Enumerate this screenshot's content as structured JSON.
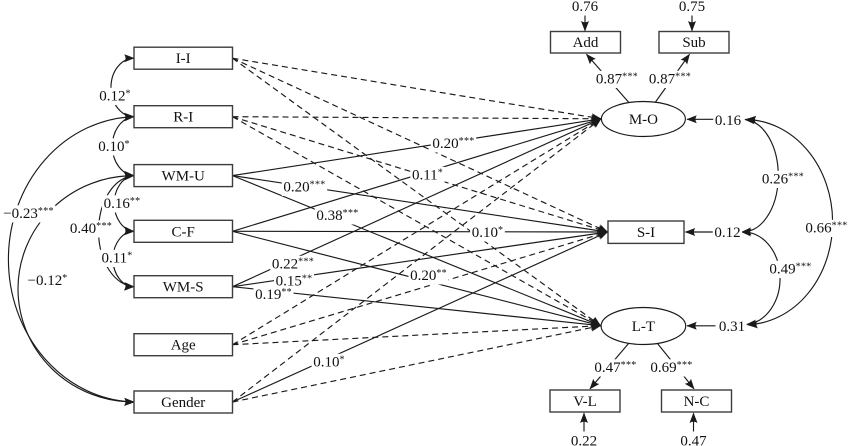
{
  "nodes": {
    "ii": {
      "label": "I-I"
    },
    "ri": {
      "label": "R-I"
    },
    "wmu": {
      "label": "WM-U"
    },
    "cf": {
      "label": "C-F"
    },
    "wms": {
      "label": "WM-S"
    },
    "age": {
      "label": "Age"
    },
    "gender": {
      "label": "Gender"
    },
    "mo": {
      "label": "M-O"
    },
    "si": {
      "label": "S-I"
    },
    "lt": {
      "label": "L-T"
    },
    "add": {
      "label": "Add"
    },
    "sub": {
      "label": "Sub"
    },
    "vl": {
      "label": "V-L"
    },
    "nc": {
      "label": "N-C"
    }
  },
  "regression_paths": [
    {
      "from": "I-I",
      "to": "M-O",
      "style": "dashed"
    },
    {
      "from": "I-I",
      "to": "S-I",
      "style": "dashed"
    },
    {
      "from": "I-I",
      "to": "L-T",
      "style": "dashed"
    },
    {
      "from": "R-I",
      "to": "M-O",
      "style": "dashed"
    },
    {
      "from": "R-I",
      "to": "S-I",
      "style": "dashed"
    },
    {
      "from": "R-I",
      "to": "L-T",
      "style": "dashed"
    },
    {
      "from": "WM-U",
      "to": "M-O",
      "style": "solid",
      "coef": "0.20***",
      "estimate": "0.20",
      "sig": "***"
    },
    {
      "from": "WM-U",
      "to": "S-I",
      "style": "solid",
      "coef": "0.20***",
      "estimate": "0.20",
      "sig": "***"
    },
    {
      "from": "WM-U",
      "to": "L-T",
      "style": "solid",
      "coef": "0.38***",
      "estimate": "0.38",
      "sig": "***"
    },
    {
      "from": "C-F",
      "to": "M-O",
      "style": "solid",
      "coef": "0.11*",
      "estimate": "0.11",
      "sig": "*"
    },
    {
      "from": "C-F",
      "to": "S-I",
      "style": "solid",
      "coef": "0.10*",
      "estimate": "0.10",
      "sig": "*"
    },
    {
      "from": "C-F",
      "to": "L-T",
      "style": "solid",
      "coef": "0.20**",
      "estimate": "0.20",
      "sig": "**"
    },
    {
      "from": "WM-S",
      "to": "M-O",
      "style": "solid",
      "coef": "0.22***",
      "estimate": "0.22",
      "sig": "***"
    },
    {
      "from": "WM-S",
      "to": "S-I",
      "style": "solid",
      "coef": "0.15**",
      "estimate": "0.15",
      "sig": "**"
    },
    {
      "from": "WM-S",
      "to": "L-T",
      "style": "solid",
      "coef": "0.19**",
      "estimate": "0.19",
      "sig": "**"
    },
    {
      "from": "Age",
      "to": "M-O",
      "style": "dashed"
    },
    {
      "from": "Age",
      "to": "S-I",
      "style": "dashed"
    },
    {
      "from": "Age",
      "to": "L-T",
      "style": "dashed"
    },
    {
      "from": "Gender",
      "to": "M-O",
      "style": "dashed"
    },
    {
      "from": "Gender",
      "to": "S-I",
      "style": "solid",
      "coef": "0.10*",
      "estimate": "0.10",
      "sig": "*"
    },
    {
      "from": "Gender",
      "to": "L-T",
      "style": "dashed"
    }
  ],
  "covariances": [
    {
      "between": [
        "I-I",
        "R-I"
      ],
      "coef": "0.12*",
      "estimate": "0.12",
      "sig": "*"
    },
    {
      "between": [
        "R-I",
        "WM-U"
      ],
      "coef": "0.10*",
      "estimate": "0.10",
      "sig": "*"
    },
    {
      "between": [
        "WM-U",
        "C-F"
      ],
      "coef": "0.16**",
      "estimate": "0.16",
      "sig": "**"
    },
    {
      "between": [
        "WM-U",
        "WM-S"
      ],
      "coef": "0.40***",
      "estimate": "0.40",
      "sig": "***"
    },
    {
      "between": [
        "C-F",
        "WM-S"
      ],
      "coef": "0.11*",
      "estimate": "0.11",
      "sig": "*"
    },
    {
      "between": [
        "R-I",
        "Gender"
      ],
      "coef": "−0.23***",
      "estimate": "−0.23",
      "sig": "***"
    },
    {
      "between": [
        "WM-U",
        "Gender"
      ],
      "coef": "−0.12*",
      "estimate": "−0.12",
      "sig": "*"
    },
    {
      "between": [
        "M-O",
        "S-I"
      ],
      "coef": "0.26***",
      "estimate": "0.26",
      "sig": "***"
    },
    {
      "between": [
        "S-I",
        "L-T"
      ],
      "coef": "0.49***",
      "estimate": "0.49",
      "sig": "***"
    },
    {
      "between": [
        "M-O",
        "L-T"
      ],
      "coef": "0.66***",
      "estimate": "0.66",
      "sig": "***"
    }
  ],
  "loadings": [
    {
      "from": "M-O",
      "to": "Add",
      "coef": "0.87***",
      "estimate": "0.87",
      "sig": "***"
    },
    {
      "from": "M-O",
      "to": "Sub",
      "coef": "0.87***",
      "estimate": "0.87",
      "sig": "***"
    },
    {
      "from": "L-T",
      "to": "V-L",
      "coef": "0.47***",
      "estimate": "0.47",
      "sig": "***"
    },
    {
      "from": "L-T",
      "to": "N-C",
      "coef": "0.69***",
      "estimate": "0.69",
      "sig": "***"
    }
  ],
  "residuals": [
    {
      "node": "Add",
      "value": "0.76"
    },
    {
      "node": "Sub",
      "value": "0.75"
    },
    {
      "node": "V-L",
      "value": "0.22"
    },
    {
      "node": "N-C",
      "value": "0.47"
    },
    {
      "node": "M-O",
      "value": "0.16"
    },
    {
      "node": "S-I",
      "value": "0.12"
    },
    {
      "node": "L-T",
      "value": "0.31"
    }
  ],
  "colors": {
    "line": "#1a1a1a",
    "background": "#ffffff",
    "text": "#111111"
  }
}
